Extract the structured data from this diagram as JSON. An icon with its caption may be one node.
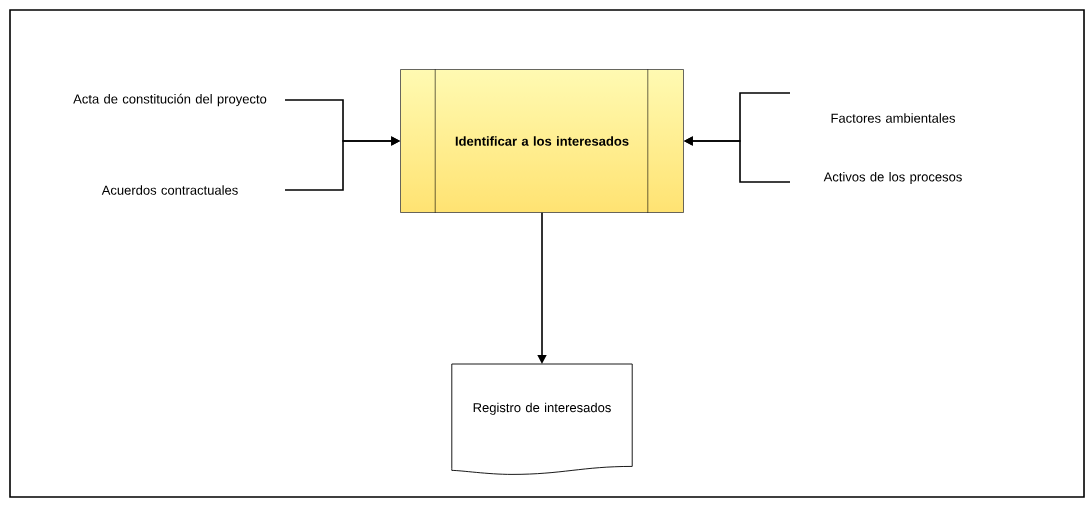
{
  "diagram": {
    "nodes": [
      {
        "text": [
          "Identificar a los interesados"
        ]
      },
      {
        "text": [
          "Acta de constitución del proyecto"
        ]
      },
      {
        "text": [
          "Acuerdos contractuales"
        ]
      },
      {
        "text": [
          "Factores ambientales"
        ]
      },
      {
        "text": [
          "Activos de los procesos"
        ]
      },
      {
        "text": [
          "Registro de interesados"
        ]
      }
    ],
    "edges": [
      {
        "from": 1,
        "to": 0,
        "arrow": "to"
      },
      {
        "from": 2,
        "to": 0,
        "arrow": "to"
      },
      {
        "from": 3,
        "to": 0,
        "arrow": "to"
      },
      {
        "from": 4,
        "to": 0,
        "arrow": "to"
      },
      {
        "from": 0,
        "to": 5,
        "arrow": "to"
      }
    ]
  }
}
